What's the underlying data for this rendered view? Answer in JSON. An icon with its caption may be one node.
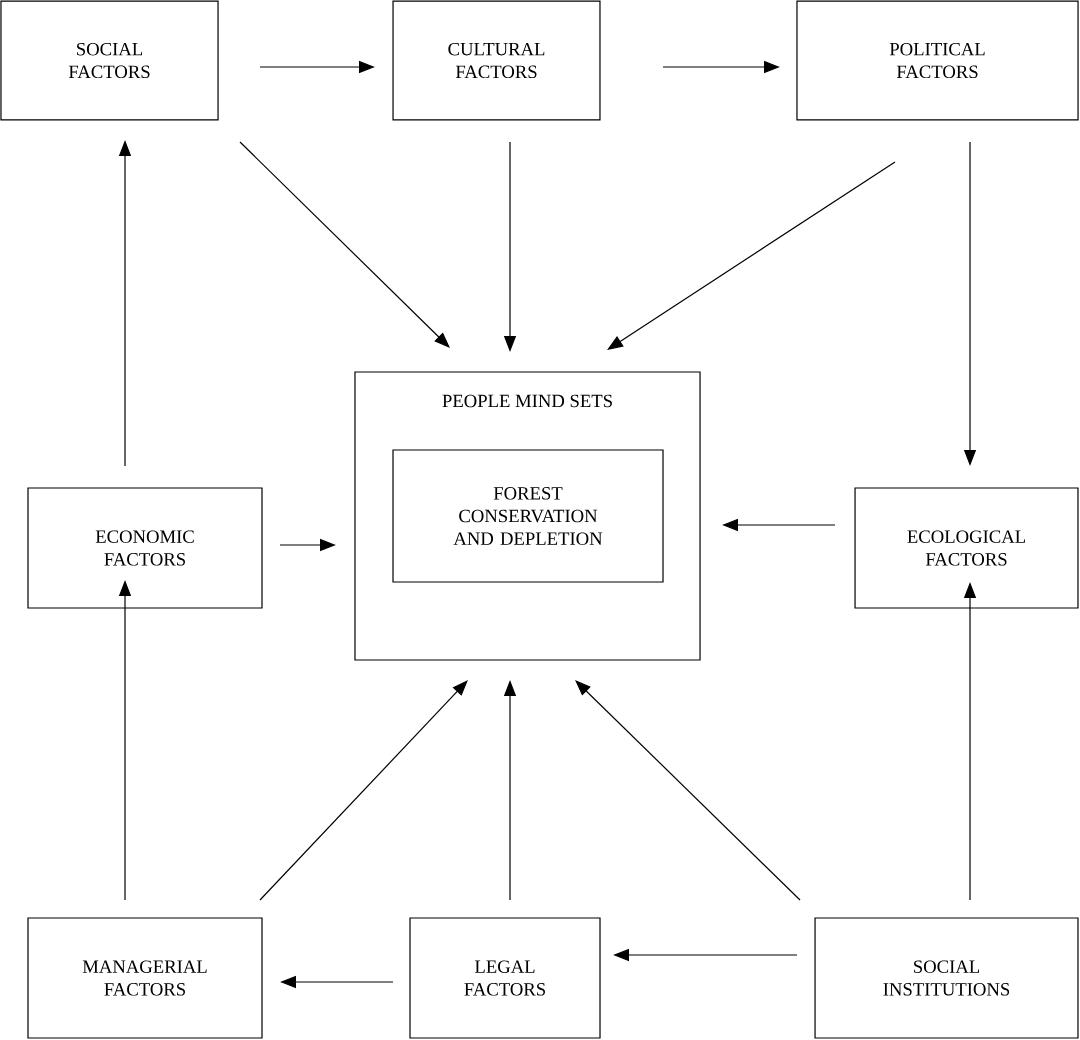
{
  "diagram": {
    "nodes": [
      {
        "text": [
          "SOCIAL FACTORS"
        ]
      },
      {
        "text": [
          "CULTURAL FACTORS"
        ]
      },
      {
        "text": [
          "POLITICAL FACTORS"
        ]
      },
      {
        "text": [
          "ECONOMIC FACTORS"
        ]
      },
      {
        "text": [
          "PEOPLE MIND SETS"
        ]
      },
      {
        "text": [
          "FOREST CONSERVATION AND DEPLETION"
        ],
        "in": 4
      },
      {
        "text": [
          "ECOLOGICAL FACTORS"
        ]
      },
      {
        "text": [
          "MANAGERIAL FACTORS"
        ]
      },
      {
        "text": [
          "LEGAL FACTORS"
        ]
      },
      {
        "text": [
          "SOCIAL INSTITUTIONS"
        ]
      }
    ],
    "edges": [
      {
        "from": 0,
        "to": 1,
        "arrow": "to"
      },
      {
        "from": 1,
        "to": 2,
        "arrow": "to"
      },
      {
        "from": 0,
        "to": 4,
        "arrow": "to"
      },
      {
        "from": 1,
        "to": 4,
        "arrow": "to"
      },
      {
        "from": 2,
        "to": 4,
        "arrow": "to"
      },
      {
        "from": 2,
        "to": 6,
        "arrow": "to"
      },
      {
        "from": 3,
        "to": 0,
        "arrow": "to"
      },
      {
        "from": 3,
        "to": 4,
        "arrow": "to"
      },
      {
        "from": 6,
        "to": 4,
        "arrow": "to"
      },
      {
        "from": 7,
        "to": 3,
        "arrow": "to"
      },
      {
        "from": 7,
        "to": 4,
        "arrow": "to"
      },
      {
        "from": 8,
        "to": 4,
        "arrow": "to"
      },
      {
        "from": 9,
        "to": 4,
        "arrow": "to"
      },
      {
        "from": 9,
        "to": 6,
        "arrow": "to"
      },
      {
        "from": 9,
        "to": 8,
        "arrow": "to"
      },
      {
        "from": 8,
        "to": 7,
        "arrow": "to"
      }
    ]
  }
}
